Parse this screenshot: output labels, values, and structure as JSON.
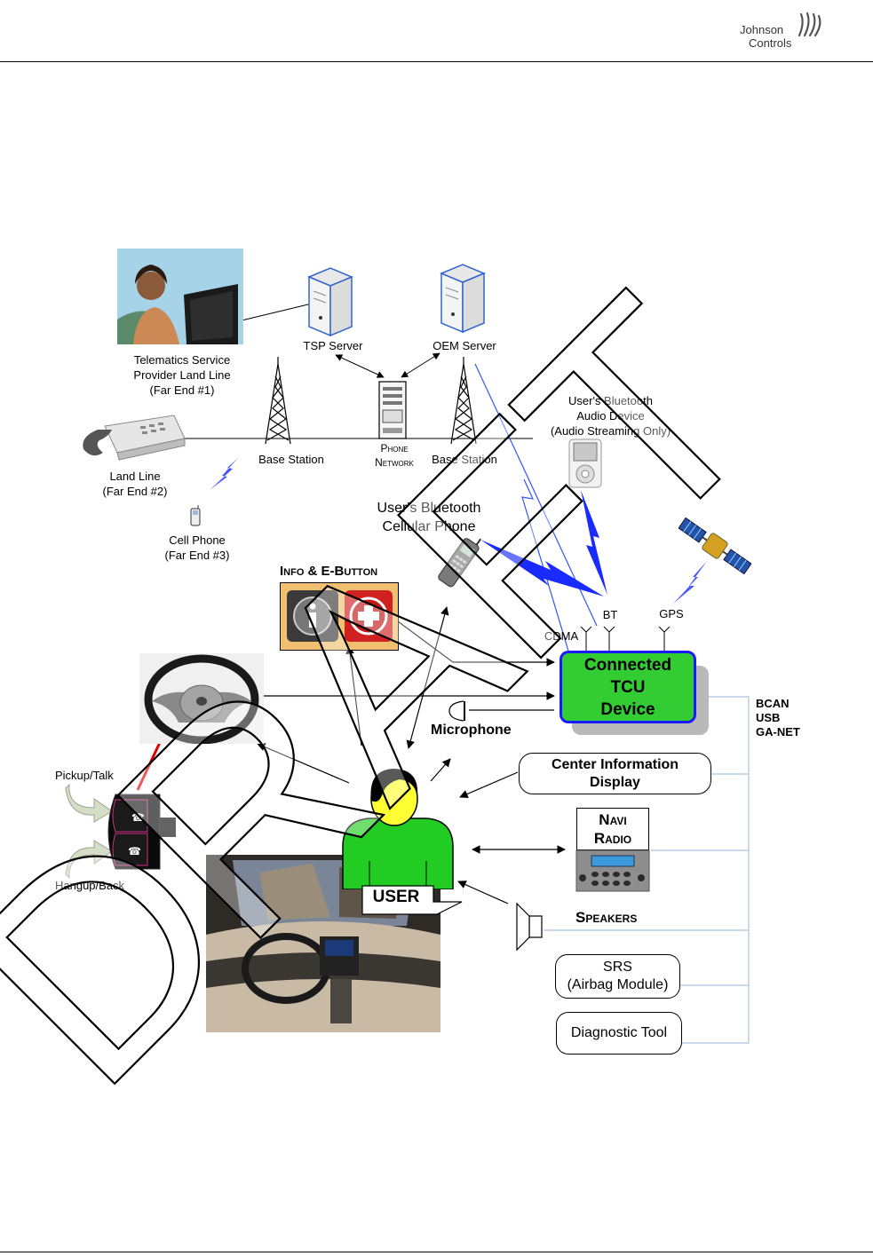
{
  "header": {
    "logo_line1": "Johnson",
    "logo_line2": "Controls"
  },
  "diagram": {
    "tsp_person": "Telematics Service\nProvider Land Line\n(Far End #1)",
    "tsp_server": "TSP Server",
    "oem_server": "OEM Server",
    "base_station_left": "Base Station",
    "base_station_right": "Base Station",
    "phone_network": "Phone\nNetwork",
    "land_line": "Land Line\n(Far End #2)",
    "cell_phone": "Cell Phone\n(Far End #3)",
    "bt_audio": "User's Bluetooth\nAudio Device\n(Audio Streaming Only)",
    "bt_cell": "User's Bluetooth\nCellular Phone",
    "info_ebutton": "Info & E-Button",
    "antenna_bt": "BT",
    "antenna_gps": "GPS",
    "antenna_cdma": "CDMA",
    "tcu": "Connected\nTCU\nDevice",
    "bus": "BCAN\nUSB\nGA-NET",
    "microphone": "Microphone",
    "cid": "Center Information\nDisplay",
    "navi_radio": "Navi\nRadio",
    "speakers": "Speakers",
    "srs": "SRS\n(Airbag Module)",
    "diag_tool": "Diagnostic Tool",
    "pickup": "Pickup/Talk",
    "hangup": "Hangup/Back",
    "user": "USER",
    "watermark": "DRAFT"
  },
  "colors": {
    "tcu_fill": "#33cc33",
    "tcu_border": "#1a1aff",
    "user_body": "#22cc22",
    "user_face": "#ffff33",
    "info_panel": "#f0c070",
    "lightning": "#1a2bff",
    "bus_line": "#a8c4e0"
  }
}
